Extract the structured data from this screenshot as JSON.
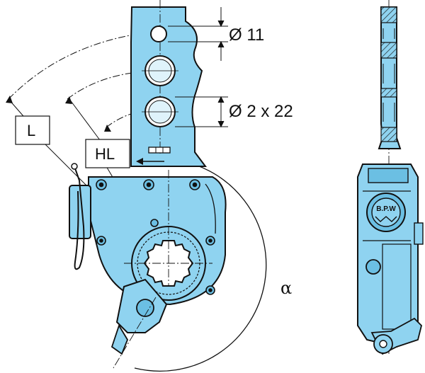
{
  "drawing": {
    "labels": {
      "hole_small": "Ø 11",
      "hole_large": "Ø 2 x 22",
      "length_box": "L",
      "hole_length_box": "HL",
      "angle": "α",
      "logo": "B.P.W"
    },
    "colors": {
      "part_fill": "#8fd3f0",
      "part_shade": "#6bbfe3",
      "outline": "#111111",
      "paper": "#ffffff"
    }
  }
}
